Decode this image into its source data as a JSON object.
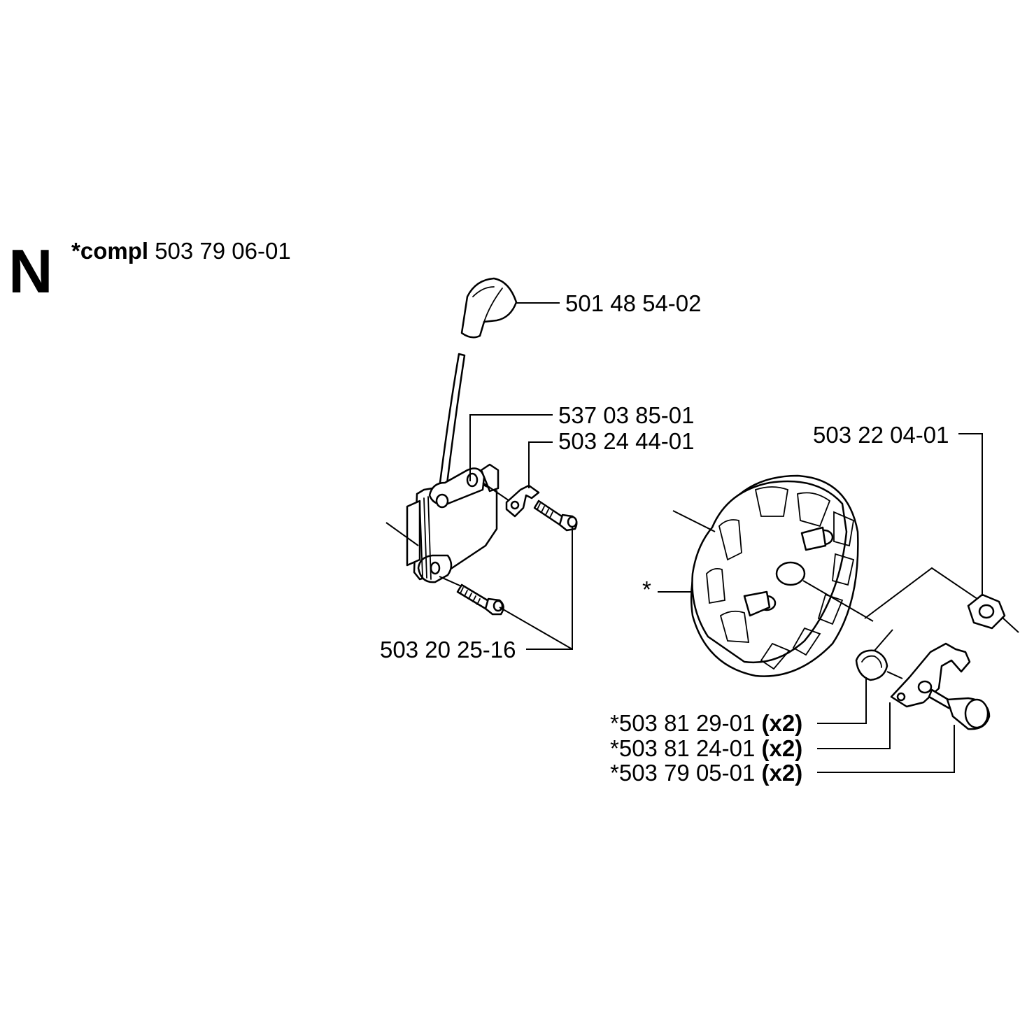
{
  "section": {
    "letter": "N",
    "compl_prefix": "*compl",
    "compl_number": "503 79 06-01"
  },
  "parts": {
    "spark_plug_cap": "501 48 54-02",
    "ignition_module": "537 03 85-01",
    "ground_terminal": "503 24 44-01",
    "module_screws": "503 20 25-16",
    "flywheel_nut": "503 22 04-01",
    "flywheel_marker": "*",
    "clutch_spring": {
      "number": "*503 81 29-01",
      "qty": "(x2)"
    },
    "starter_pawl": {
      "number": "*503 81 24-01",
      "qty": "(x2)"
    },
    "pawl_screw": {
      "number": "*503 79 05-01",
      "qty": "(x2)"
    }
  }
}
